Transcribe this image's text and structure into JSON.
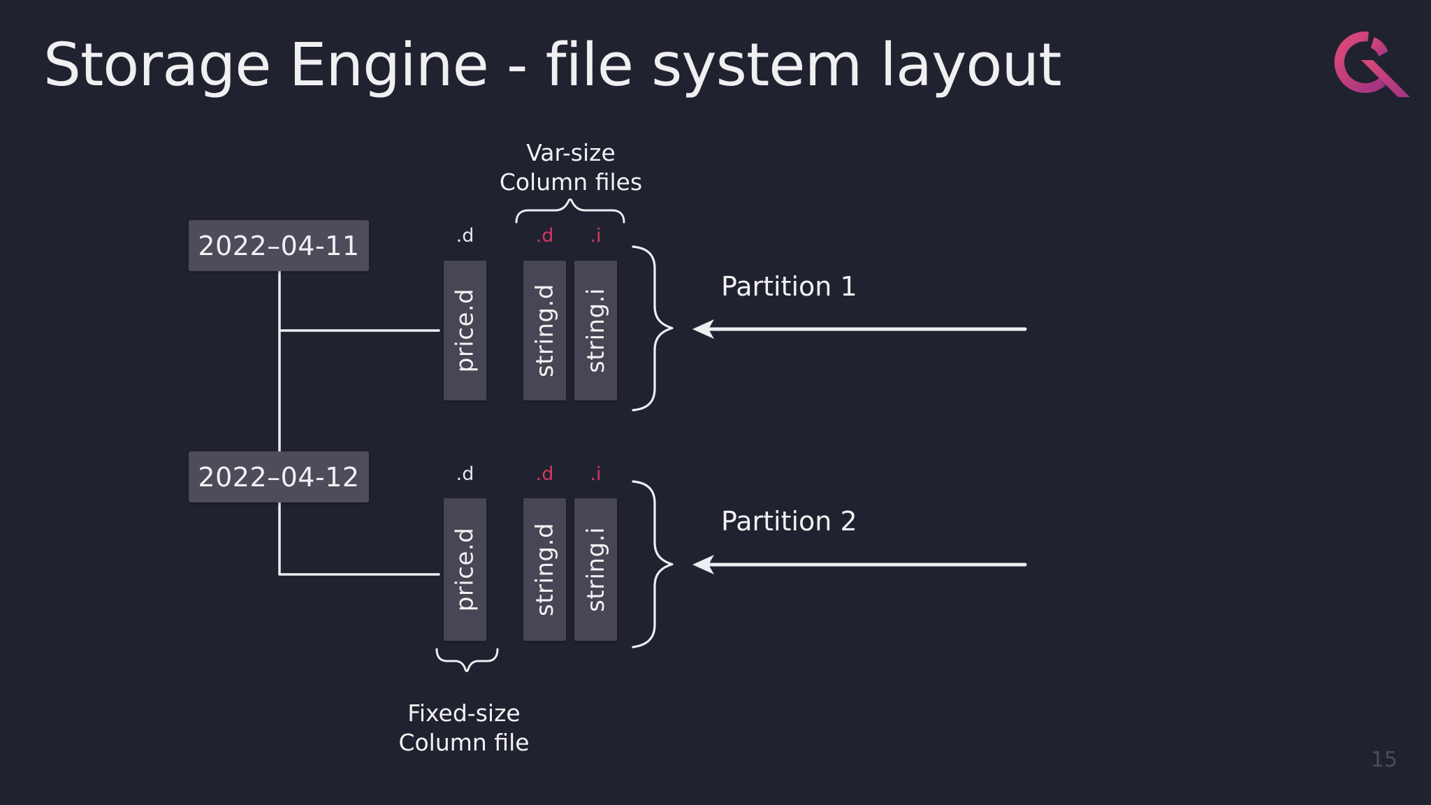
{
  "slide": {
    "title": "Storage Engine - file system layout",
    "page_number": "15"
  },
  "logo": {
    "name": "QuestDB logo mark",
    "gradient_start": "#de4a77",
    "gradient_end": "#a03383"
  },
  "diagram": {
    "var_size_label": {
      "line1": "Var-size",
      "line2": "Column files"
    },
    "fixed_size_label": {
      "line1": "Fixed-size",
      "line2": "Column file"
    },
    "partitions": [
      {
        "date": "2022–04-11",
        "label": "Partition 1",
        "columns": [
          {
            "file": "price.d",
            "ext": ".d"
          },
          {
            "file": "string.d",
            "ext": ".d"
          },
          {
            "file": "string.i",
            "ext": ".i"
          }
        ]
      },
      {
        "date": "2022–04-12",
        "label": "Partition 2",
        "columns": [
          {
            "file": "price.d",
            "ext": ".d"
          },
          {
            "file": "string.d",
            "ext": ".d"
          },
          {
            "file": "string.i",
            "ext": ".i"
          }
        ]
      }
    ]
  },
  "colors": {
    "background": "#212230",
    "date_box": "#4e4c5b",
    "column_box": "#484654",
    "accent_pink": "#d13a5f",
    "text": "#f1f1f3",
    "line": "#edeff2",
    "page_number": "#4b4b59"
  }
}
